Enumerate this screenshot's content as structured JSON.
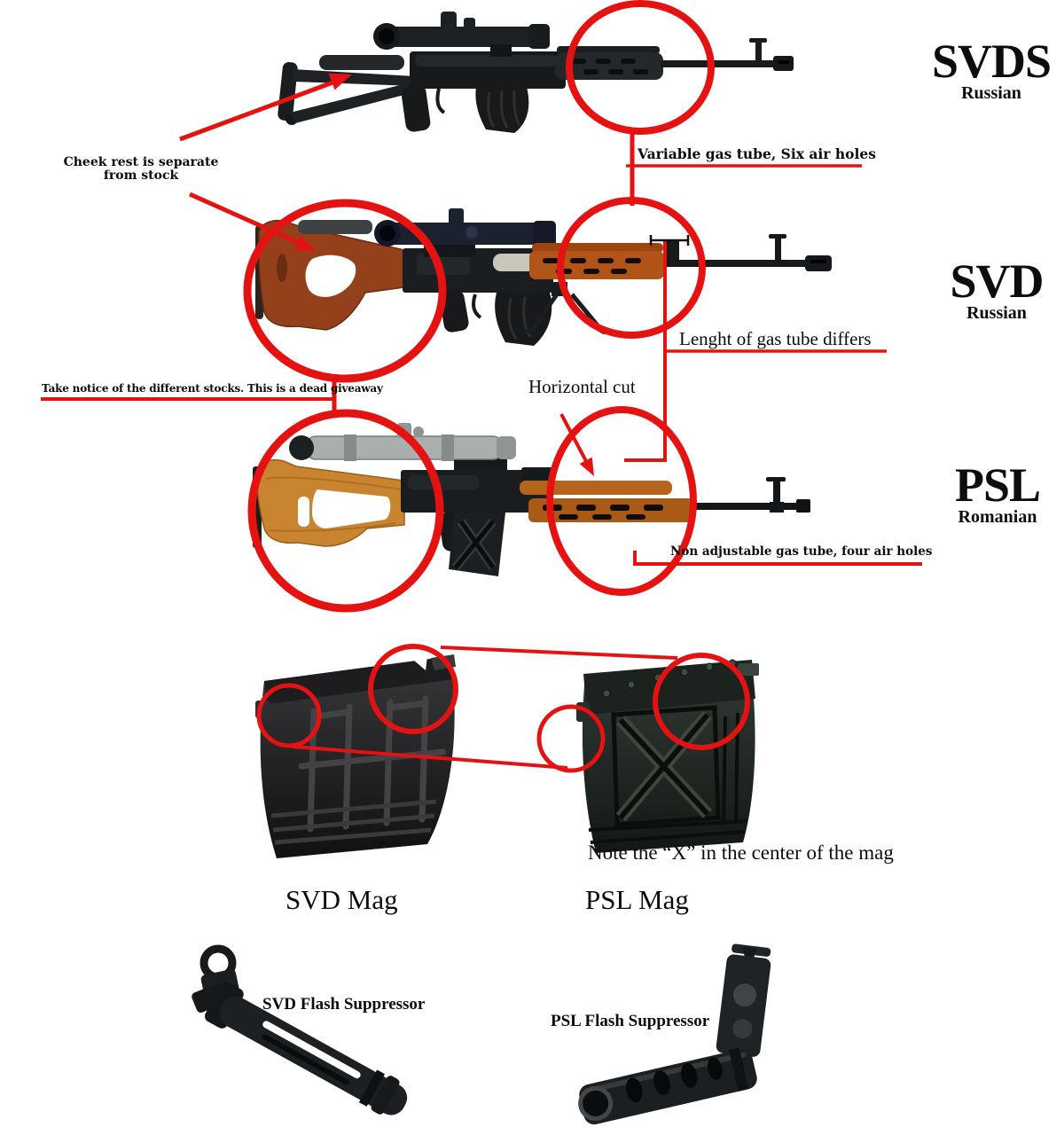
{
  "colors": {
    "background": "#ffffff",
    "annotation_red": "#e51212",
    "text": "#0d0d0d",
    "wood_svd": "#a64a1e",
    "wood_psl": "#c9842f",
    "metal_dark": "#17191b"
  },
  "rifles": [
    {
      "name": "SVDS",
      "origin": "Russian"
    },
    {
      "name": "SVD",
      "origin": "Russian"
    },
    {
      "name": "PSL",
      "origin": "Romanian"
    }
  ],
  "callouts": {
    "cheek_rest": "Cheek rest is separate from stock",
    "variable_gas_tube": "Variable gas tube, Six air holes",
    "length_gas_tube": "Lenght of gas tube differs",
    "take_notice": "Take notice of the different stocks. This is a dead giveaway",
    "horizontal_cut": "Horizontal cut",
    "non_adjustable": "Non adjustable gas tube, four air holes",
    "note_x": "Note the “X” in the center of the mag"
  },
  "magazines": {
    "svd": "SVD Mag",
    "psl": "PSL Mag"
  },
  "suppressors": {
    "svd": "SVD Flash Suppressor",
    "psl": "PSL Flash Suppressor"
  }
}
